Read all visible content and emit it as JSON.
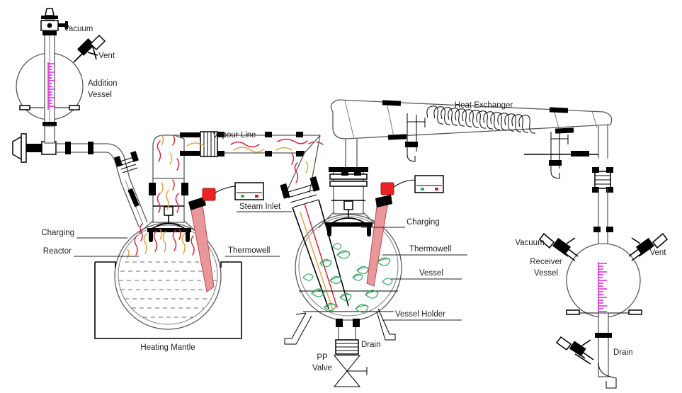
{
  "diagram": {
    "title": "Glass Reactor Distillation Assembly",
    "colors": {
      "flame_red": "#d9243c",
      "flame_orange": "#e8a33d",
      "leaf_green": "#35a860",
      "gauge_magenta": "#e12fe1",
      "sensor_red": "#ee2222",
      "indicator_green": "#2db34a",
      "indicator_red": "#cc1f3a",
      "glass_gray": "#58595b",
      "text": "#231f20"
    },
    "labels": {
      "vacuum_top": "Vacuum",
      "vent_top": "Vent",
      "addition_vessel_l1": "Addition",
      "addition_vessel_l2": "Vessel",
      "vapour_line": "Vapour Line",
      "heat_exchanger": "Heat Exchanger",
      "charging_left": "Charging",
      "reactor": "Reactor",
      "thermowell_left": "Thermowell",
      "heating_mantle": "Heating Mantle",
      "steam_inlet": "Steam Inlet",
      "charging_right": "Charging",
      "thermowell_right": "Thermowell",
      "vessel": "Vessel",
      "vessel_holder": "Vessel Holder",
      "drain_mid": "Drain",
      "pp_valve_l1": "PP",
      "pp_valve_l2": "Valve",
      "vacuum_receiver": "Vacuum",
      "vent_receiver": "Vent",
      "receiver_vessel_l1": "Receiver",
      "receiver_vessel_l2": "Vessel",
      "drain_receiver": "Drain"
    },
    "components": [
      "addition-vessel",
      "vacuum-valve",
      "vent-valve",
      "charging-line",
      "reactor-vessel",
      "heating-mantle",
      "reactor-thermowell",
      "vapour-line",
      "extraction-vessel",
      "extraction-thermowell",
      "vessel-holder",
      "pp-valve",
      "heat-exchanger",
      "receiver-vessel",
      "receiver-drain-valve",
      "temperature-controller"
    ]
  }
}
